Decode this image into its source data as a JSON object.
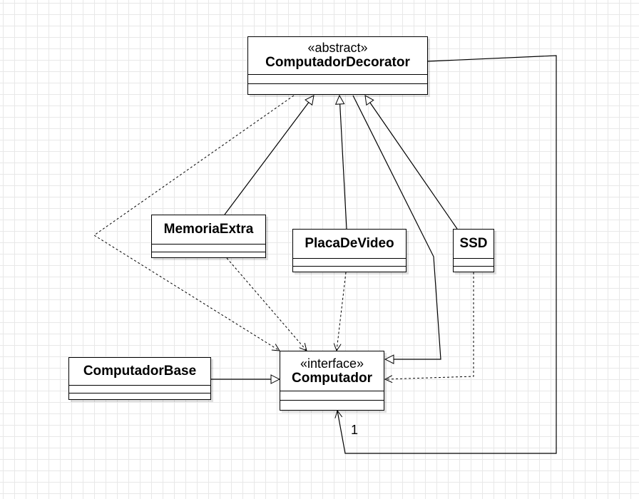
{
  "classes": {
    "decorator": {
      "stereotype": "«abstract»",
      "name": "ComputadorDecorator"
    },
    "memoria": {
      "name": "MemoriaExtra"
    },
    "placa": {
      "name": "PlacaDeVideo"
    },
    "ssd": {
      "name": "SSD"
    },
    "base": {
      "name": "ComputadorBase"
    },
    "computador": {
      "stereotype": "«interface»",
      "name": "Computador"
    }
  },
  "multiplicity": "1"
}
